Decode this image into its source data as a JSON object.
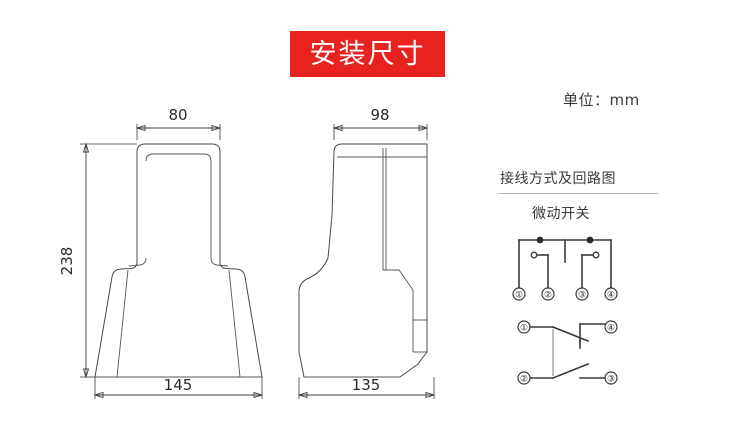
{
  "title": {
    "text": "安装尺寸"
  },
  "unit": {
    "label": "单位：mm"
  },
  "wiring": {
    "heading": "接线方式及回路图",
    "switch_label": "微动开关",
    "terminals": [
      "①",
      "②",
      "③",
      "④"
    ],
    "contact_terminals": {
      "top_left": "①",
      "top_right": "④",
      "bottom_left": "②",
      "bottom_right": "③"
    }
  },
  "front_view": {
    "width_top": "80",
    "width_bottom": "145",
    "height": "238"
  },
  "side_view": {
    "width_top": "98",
    "width_bottom": "135"
  },
  "colors": {
    "banner": "#e8221f",
    "banner_text": "#ffffff",
    "line": "#4a4a4a",
    "text": "#2b2b2b"
  }
}
